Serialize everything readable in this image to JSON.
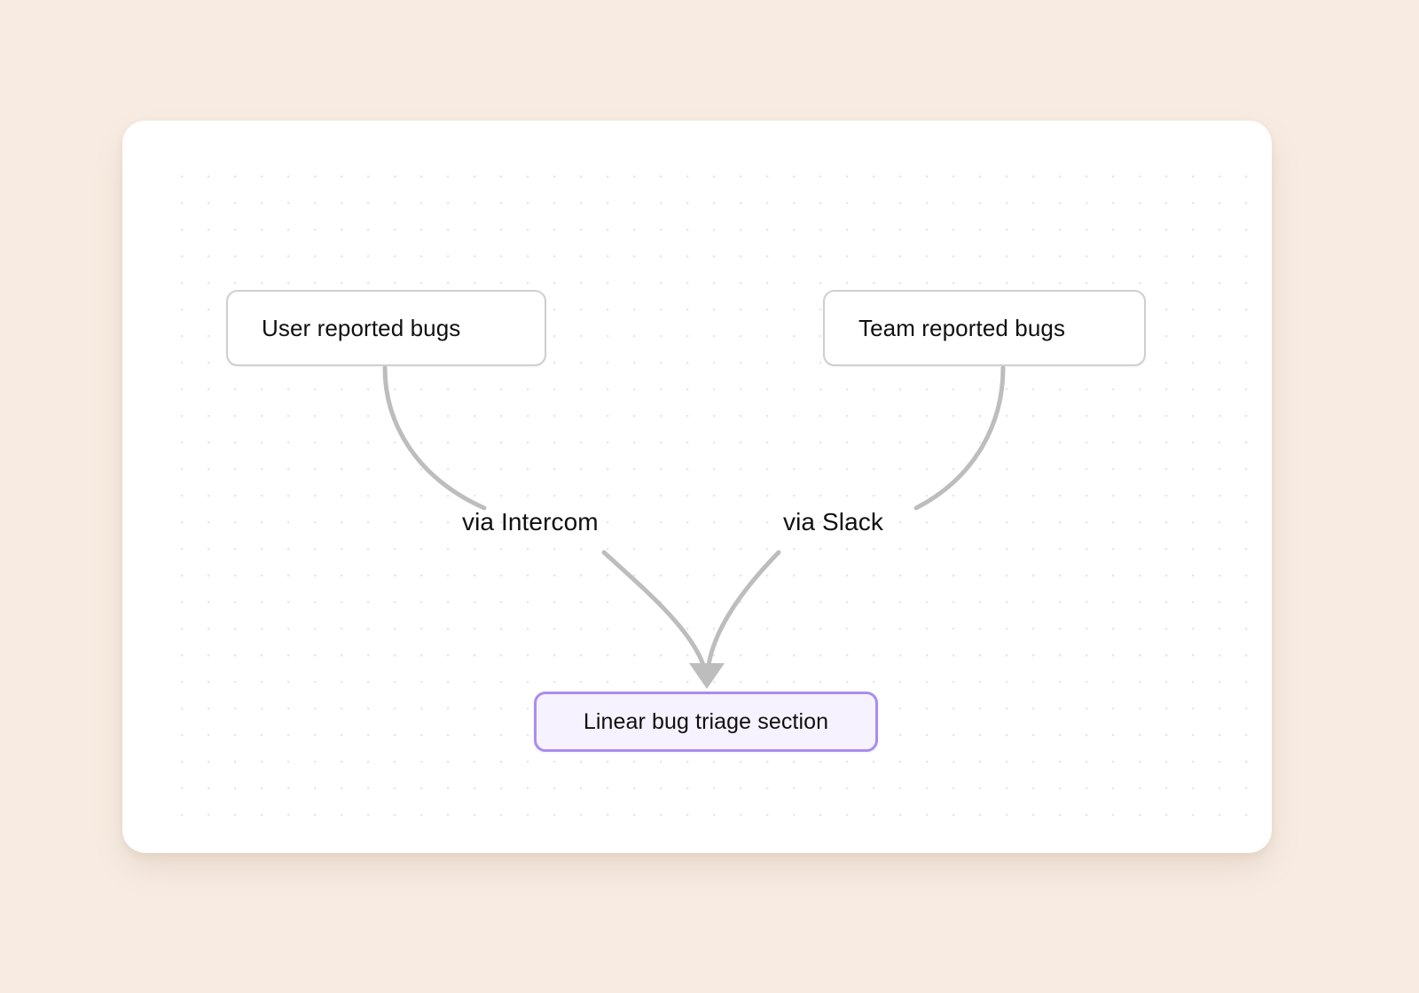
{
  "canvas": {
    "background_color": "#f8ece2",
    "card_color": "#ffffff",
    "grid": "dot-grid"
  },
  "diagram": {
    "type": "flowchart",
    "nodes": [
      {
        "id": "user-reported-bugs",
        "label": "User reported bugs",
        "style": "plain",
        "border_color": "#cfcfcf",
        "fill_color": "#ffffff"
      },
      {
        "id": "team-reported-bugs",
        "label": "Team reported bugs",
        "style": "plain",
        "border_color": "#cfcfcf",
        "fill_color": "#ffffff"
      },
      {
        "id": "linear-bug-triage-section",
        "label": "Linear bug triage section",
        "style": "accent",
        "border_color": "#a98dee",
        "fill_color": "#f6f2ff"
      }
    ],
    "edges": [
      {
        "from": "user-reported-bugs",
        "to": "linear-bug-triage-section",
        "label": "via Intercom",
        "color": "#bdbdbd",
        "arrow": true
      },
      {
        "from": "team-reported-bugs",
        "to": "linear-bug-triage-section",
        "label": "via Slack",
        "color": "#bdbdbd",
        "arrow": true
      }
    ]
  }
}
